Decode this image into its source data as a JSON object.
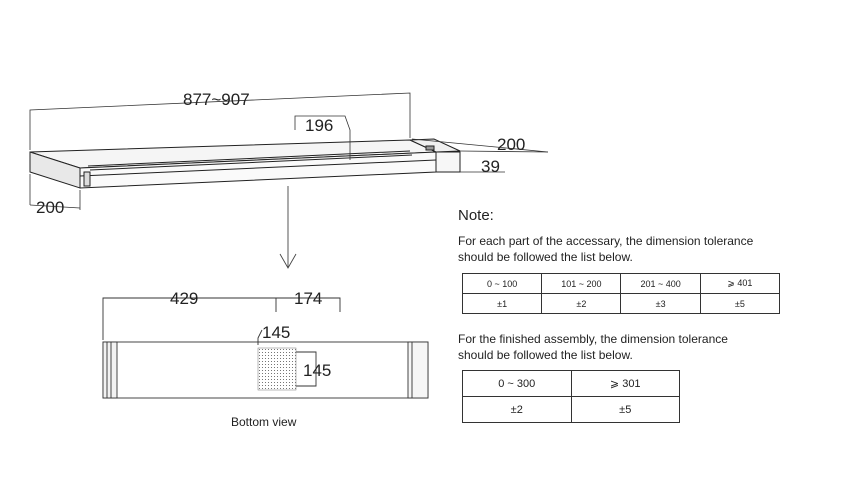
{
  "top_view": {
    "dim_length": "877~907",
    "dim_inner": "196",
    "dim_depth_right": "200",
    "dim_height": "39",
    "dim_depth_left": "200"
  },
  "bottom_view": {
    "dim_a": "429",
    "dim_b": "174",
    "dim_pad_w": "145",
    "dim_pad_h": "145",
    "caption": "Bottom view"
  },
  "note": {
    "title": "Note:",
    "accessory_text_1": "For each part of the accessary, the dimension tolerance",
    "accessory_text_2": "should be followed the list below.",
    "accessory_table": {
      "ranges": [
        "0 ~ 100",
        "101 ~ 200",
        "201 ~ 400",
        "⩾ 401"
      ],
      "tolerances": [
        "±1",
        "±2",
        "±3",
        "±5"
      ]
    },
    "assembly_text_1": "For the finished assembly, the dimension tolerance",
    "assembly_text_2": "should be followed the list below.",
    "assembly_table": {
      "ranges": [
        "0 ~ 300",
        "⩾ 301"
      ],
      "tolerances": [
        "±2",
        "±5"
      ]
    }
  }
}
